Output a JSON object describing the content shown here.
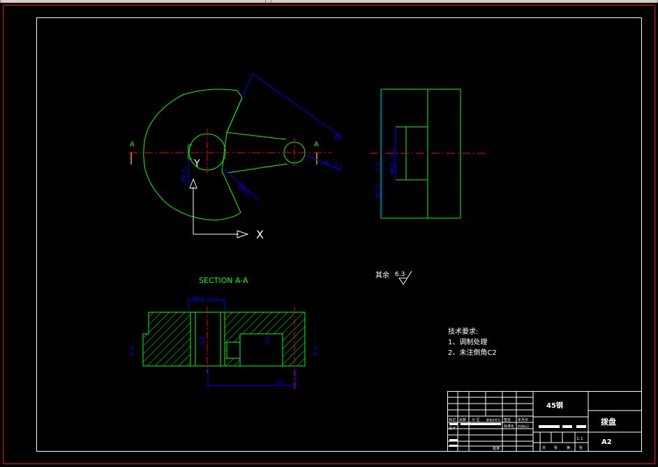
{
  "drawing": {
    "colors": {
      "background": "#000000",
      "border": "#ff0000",
      "frame": "#ffffff",
      "geometry": "#00ff00",
      "centerline": "#ff0000",
      "dimension": "#0000ff",
      "text": "#ffffff"
    },
    "plan_view": {
      "section_mark_left": "A",
      "section_mark_right": "A",
      "axis_x_label": "X",
      "axis_y_label": "Y",
      "dim_bore": "Φ4.3",
      "dim_arm_length": "80",
      "dim_tip": "30",
      "dim_radius": "R",
      "dim_pivot": "Φ9.6",
      "dim_pivot_tol": "0.1"
    },
    "side_view": {
      "dim_outer": "Φ120",
      "dim_outer_tol": "-0.2",
      "dim_inner": "Φ60",
      "dim_inner_tol": "0.1"
    },
    "section_view": {
      "title": "SECTION A-A",
      "dim_top": "60.4",
      "dim_top_tol": "+0.1",
      "dim_bottom": "80",
      "dim_left_height": "6.3",
      "dim_right_height": "6.3",
      "dim_bore_1": "3.2",
      "dim_bore_2": "3.2"
    },
    "roughness_note": {
      "label": "其余",
      "value": "6.3"
    },
    "tech_requirements": {
      "title": "技术要求:",
      "items": [
        "1、调制处理",
        "2、未注倒角C2"
      ]
    },
    "title_block": {
      "material": "45钢",
      "part_name": "拨盘",
      "drawing_no": "A2",
      "scale": "1:1",
      "row_labels": [
        "标记",
        "处数",
        "分 区",
        "更改文件号",
        "签名",
        "年月日"
      ],
      "bottom_labels": [
        "共",
        "张",
        "第",
        "张"
      ],
      "design_label": "设计",
      "standard_label": "标准化",
      "stage_label": "阶段标记",
      "weight_label": "重量",
      "scale_label": "比例",
      "approve_label": "批准"
    }
  }
}
